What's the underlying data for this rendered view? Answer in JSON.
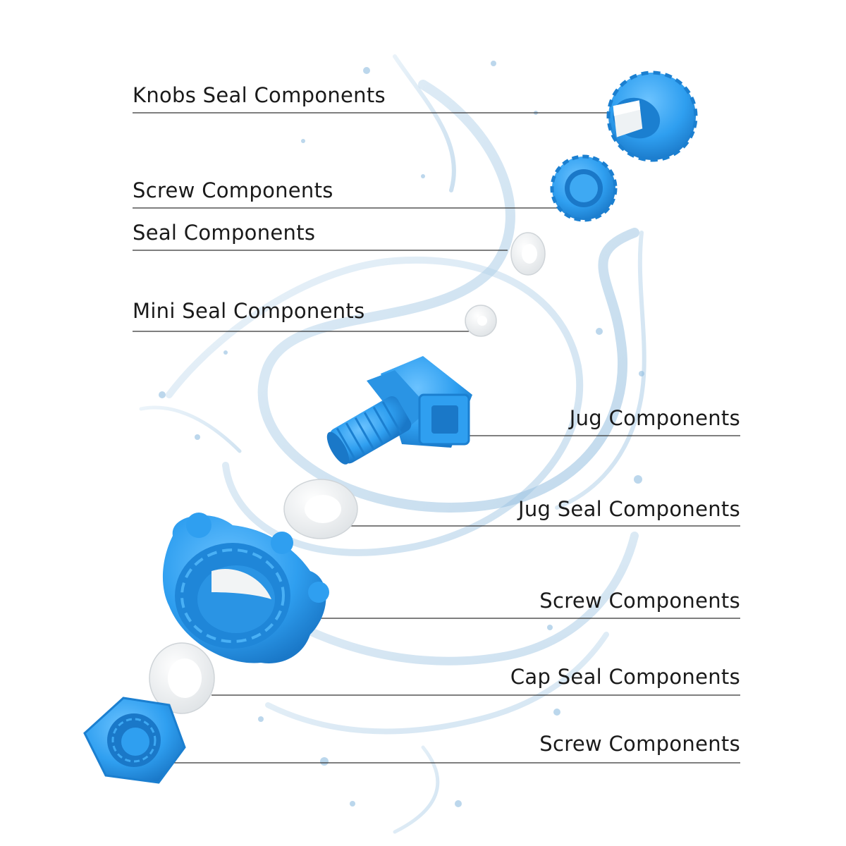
{
  "labels": {
    "knobs_seal": "Knobs Seal Components",
    "screw_top": "Screw Components",
    "seal": "Seal Components",
    "mini_seal": "Mini Seal Components",
    "jug": "Jug Components",
    "jug_seal": "Jug Seal Components",
    "screw_middle": "Screw Components",
    "cap_seal": "Cap Seal Components",
    "screw_bottom": "Screw Components"
  },
  "colors": {
    "part_blue": "#2f9ff0",
    "part_blue_dark": "#1b7fd0",
    "seal_white": "#f1f3f4",
    "water": "#7fb3d9",
    "leader_line": "#333333"
  }
}
